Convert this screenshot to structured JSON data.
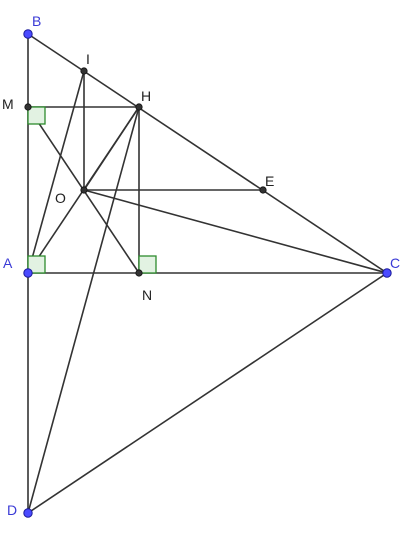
{
  "figure": {
    "points": {
      "B": {
        "label": "B",
        "kind": "free"
      },
      "I": {
        "label": "I",
        "kind": "dependent"
      },
      "M": {
        "label": "M",
        "kind": "dependent"
      },
      "H": {
        "label": "H",
        "kind": "dependent"
      },
      "O": {
        "label": "O",
        "kind": "dependent"
      },
      "E": {
        "label": "E",
        "kind": "dependent"
      },
      "A": {
        "label": "A",
        "kind": "free"
      },
      "N": {
        "label": "N",
        "kind": "dependent"
      },
      "C": {
        "label": "C",
        "kind": "free"
      },
      "D": {
        "label": "D",
        "kind": "free"
      }
    },
    "segments": [
      [
        "B",
        "A"
      ],
      [
        "A",
        "D"
      ],
      [
        "B",
        "C"
      ],
      [
        "A",
        "C"
      ],
      [
        "D",
        "C"
      ],
      [
        "M",
        "H"
      ],
      [
        "H",
        "N"
      ],
      [
        "I",
        "O"
      ],
      [
        "I",
        "A"
      ],
      [
        "A",
        "H"
      ],
      [
        "H",
        "O"
      ],
      [
        "H",
        "D"
      ],
      [
        "M",
        "N"
      ],
      [
        "O",
        "E"
      ],
      [
        "O",
        "C"
      ]
    ],
    "right_angles": [
      "M",
      "A",
      "N"
    ],
    "colors": {
      "line": "#333333",
      "free_point": "#4a4aff",
      "dependent_point": "#333333",
      "free_label": "#3a3ad6",
      "right_angle_fill": "#e2f2e2",
      "right_angle_stroke": "#2e8b2e"
    }
  }
}
